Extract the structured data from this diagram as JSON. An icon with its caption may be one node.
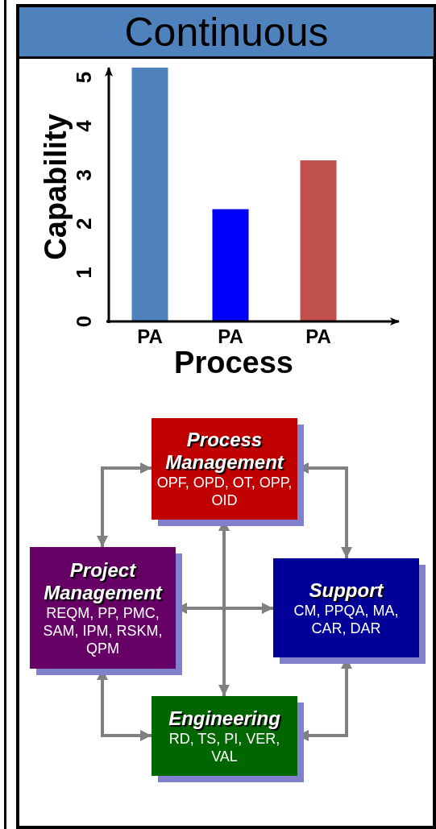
{
  "diagram": {
    "title": "Continuous",
    "nodes": [
      {
        "text": [
          "Process Management",
          "OPF, OPD, OT, OPP, OID"
        ]
      },
      {
        "text": [
          "Project Management",
          "REQM, PP, PMC, SAM, IPM, RSKM, QPM"
        ]
      },
      {
        "text": [
          "Support",
          "CM, PPQA, MA, CAR, DAR"
        ]
      },
      {
        "text": [
          "Engineering",
          "RD, TS, PI, VER, VAL"
        ]
      }
    ],
    "edges": [
      {
        "from": 0,
        "to": 1,
        "arrow": "both"
      },
      {
        "from": 0,
        "to": 2,
        "arrow": "both"
      },
      {
        "from": 0,
        "to": 3,
        "arrow": "both"
      },
      {
        "from": 1,
        "to": 2,
        "arrow": "both"
      },
      {
        "from": 1,
        "to": 3,
        "arrow": "both"
      },
      {
        "from": 2,
        "to": 3,
        "arrow": "both"
      }
    ],
    "chart_data": {
      "type": "bar",
      "xlabel": "Process",
      "ylabel": "Capability",
      "categories": [
        "PA",
        "PA",
        "PA"
      ],
      "series": [
        {
          "color": "#4f81bd",
          "values": [
            5.2,
            null,
            null
          ]
        },
        {
          "color": "#0000ff",
          "values": [
            null,
            2.3,
            null
          ]
        },
        {
          "color": "#c0504d",
          "values": [
            null,
            null,
            3.3
          ]
        }
      ],
      "ylim": [
        0,
        5.2
      ],
      "yticks": [
        0,
        1,
        2,
        3,
        4,
        5
      ]
    }
  }
}
